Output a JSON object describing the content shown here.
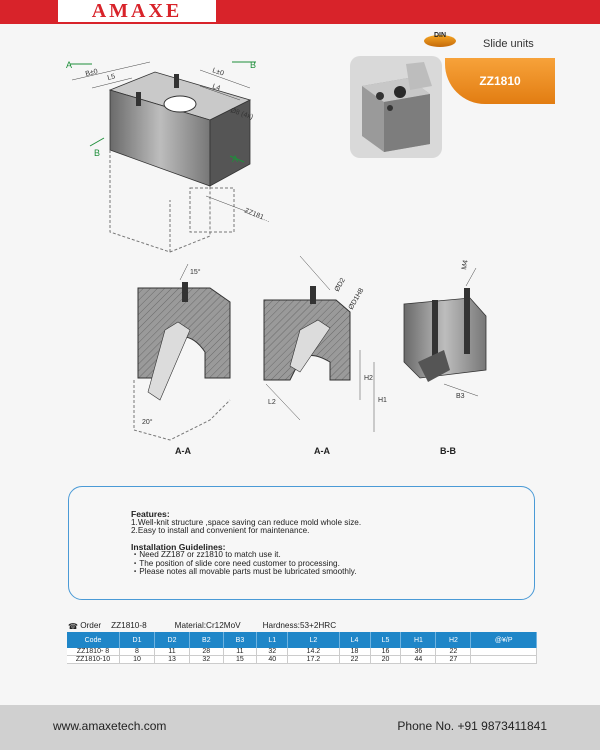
{
  "brand": {
    "logo_text": "AMAXE",
    "color": "#d8232a"
  },
  "header": {
    "din_badge": "DIN",
    "section": "Slide units",
    "product_code": "ZZ1810"
  },
  "drawing": {
    "callouts": [
      "A",
      "A",
      "B",
      "B",
      "A-A",
      "A-A",
      "B-B"
    ],
    "dims": {
      "b": "B±0",
      "l5": "L5",
      "l4": "L4",
      "ltol": "L±0",
      "d8": "Ø8 (4x)",
      "ref": "ZZ181…",
      "angle": "15°",
      "angle2": "20°",
      "d2": "ØD2",
      "d1": "ØD1H8",
      "l2": "L2",
      "h2": "H2",
      "h1": "H1",
      "m4": "M4",
      "b3": "B3"
    }
  },
  "features": {
    "title": "Features:",
    "lines": [
      "1.Well-knit structure ,space saving can reduce mold whole size.",
      "2.Easy to install and convenient for maintenance."
    ]
  },
  "installation": {
    "title": "Installation Guidelines:",
    "lines": [
      "・Need ZZ187 or zz1810 to match use it.",
      "・The position of slide core  need customer to processing.",
      "・Please notes all movable parts must be lubricated smoothly."
    ]
  },
  "order": {
    "icon": "phone-icon",
    "label": "Order",
    "code": "ZZ1810-8",
    "material": "Material:Cr12MoV",
    "hardness": "Hardness:53+2HRC"
  },
  "table": {
    "headers": [
      "Code",
      "D1",
      "D2",
      "B2",
      "B3",
      "L1",
      "L2",
      "L4",
      "L5",
      "H1",
      "H2",
      "@¥/P"
    ],
    "rows": [
      [
        "ZZ1810- 8",
        "8",
        "11",
        "28",
        "11",
        "32",
        "14.2",
        "18",
        "16",
        "36",
        "22",
        ""
      ],
      [
        "ZZ1810-10",
        "10",
        "13",
        "32",
        "15",
        "40",
        "17.2",
        "22",
        "20",
        "44",
        "27",
        ""
      ]
    ]
  },
  "footer": {
    "website": "www.amaxetech.com",
    "phone": "Phone No. +91 9873411841"
  }
}
